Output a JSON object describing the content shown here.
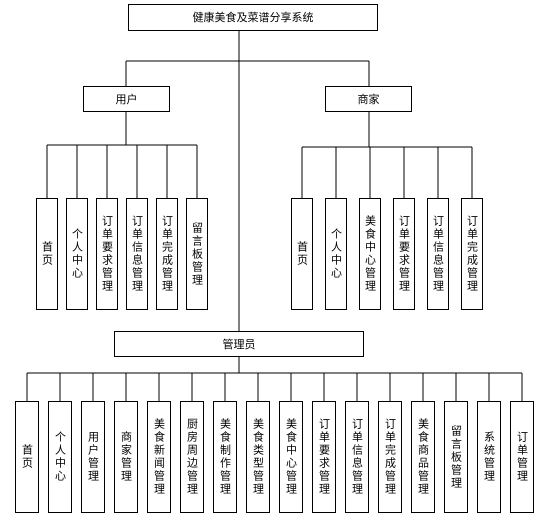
{
  "root": {
    "label": "健康美食及菜谱分享系统"
  },
  "roles": [
    {
      "label": "用户",
      "children": [
        "首页",
        "个人中心",
        "订单要求管理",
        "订单信息管理",
        "订单完成管理",
        "留言板管理"
      ]
    },
    {
      "label": "商家",
      "children": [
        "首页",
        "个人中心",
        "美食中心管理",
        "订单要求管理",
        "订单信息管理",
        "订单完成管理"
      ]
    },
    {
      "label": "管理员",
      "children": [
        "首页",
        "个人中心",
        "用户管理",
        "商家管理",
        "美食新闻管理",
        "厨房周边管理",
        "美食制作管理",
        "美食类型管理",
        "美食中心管理",
        "订单要求管理",
        "订单信息管理",
        "订单完成管理",
        "美食商品管理",
        "留言板管理",
        "系统管理",
        "订单管理"
      ]
    }
  ]
}
